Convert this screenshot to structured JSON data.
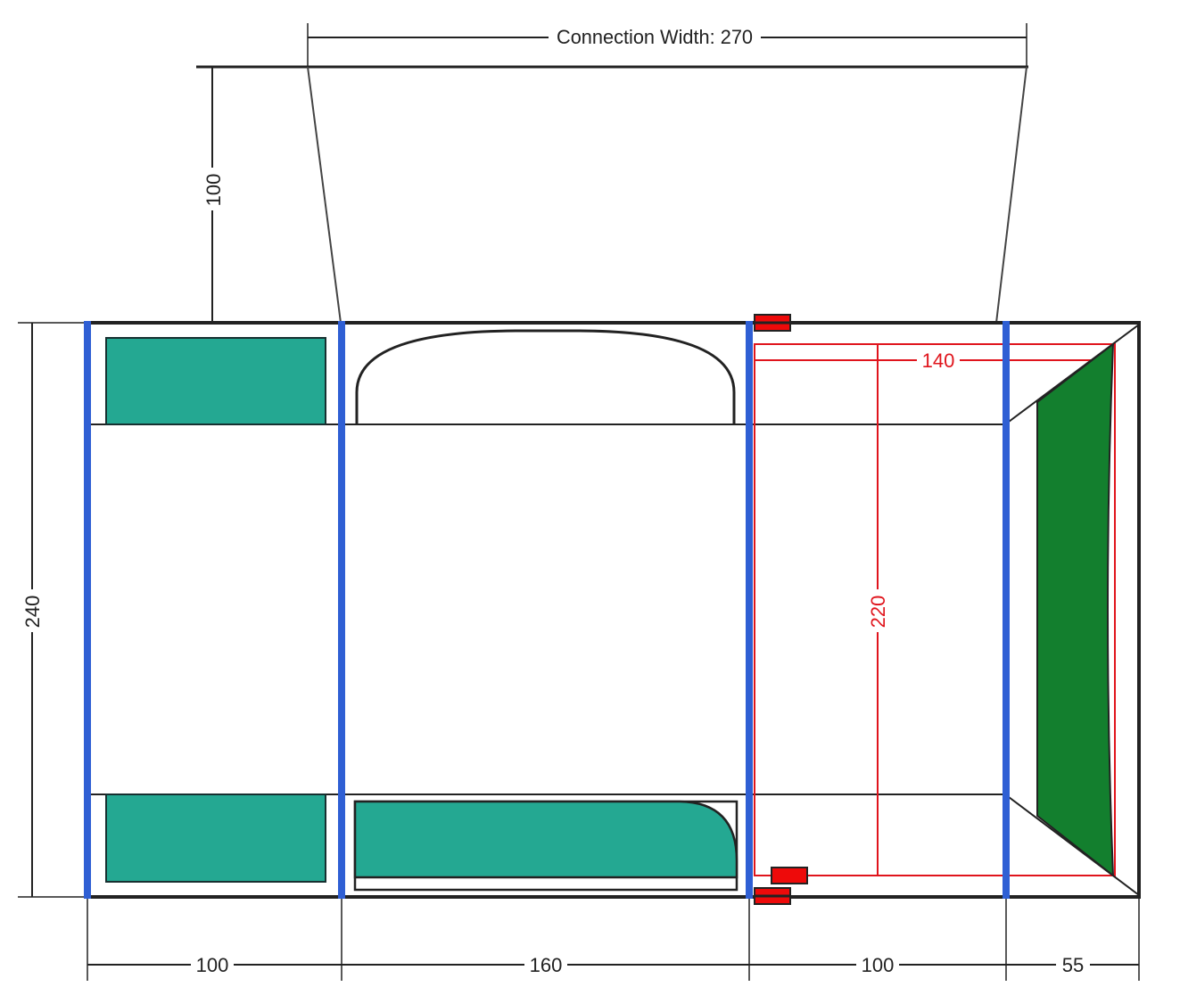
{
  "diagram": {
    "title": "Tent floor plan with annex",
    "colors": {
      "outline": "#222222",
      "pole": "#2f5fd4",
      "bed": "#24a892",
      "red_dim": "#e0141c",
      "marker": "#ee0a0a",
      "door_green": "#137f2e",
      "background": "#ffffff"
    },
    "dimensions": {
      "connection_width": "Connection Width: 270",
      "canopy_depth": "100",
      "total_height": "240",
      "section_1": "100",
      "section_2": "160",
      "section_3": "100",
      "section_4": "55",
      "inner_width": "140",
      "inner_height": "220"
    },
    "elements": {
      "poles": [
        "pole-1",
        "pole-2",
        "pole-3",
        "pole-4"
      ],
      "beds": [
        "bed-top-left",
        "bed-bottom-left",
        "bed-bottom-middle"
      ],
      "alcove": "rounded-alcove-top-middle",
      "door": "green-door-panel",
      "markers": [
        "marker-top",
        "marker-bottom-inner",
        "marker-bottom-outer"
      ]
    }
  }
}
